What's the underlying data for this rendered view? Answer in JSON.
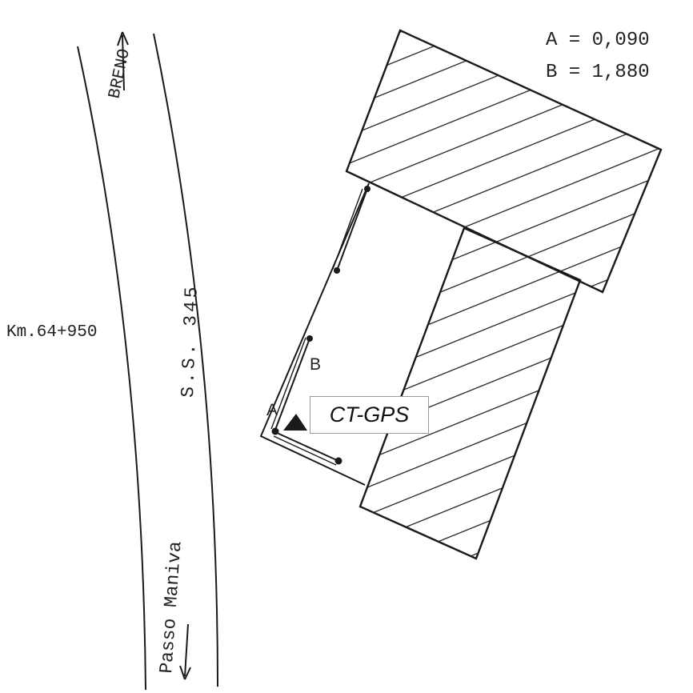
{
  "legend": [
    {
      "key": "A",
      "value": "A = 0,090"
    },
    {
      "key": "B",
      "value": "B = 1,880"
    }
  ],
  "road": {
    "name": "S.S. 345",
    "kilometer": "Km.64+950",
    "direction_north": "BRENO",
    "direction_south": "Passo Maniva"
  },
  "points": {
    "a": "A",
    "b": "B"
  },
  "station": {
    "label": "CT-GPS",
    "marker": "triangle-marker-icon"
  },
  "colors": {
    "line": "#1a1a1a",
    "background": "#ffffff"
  }
}
